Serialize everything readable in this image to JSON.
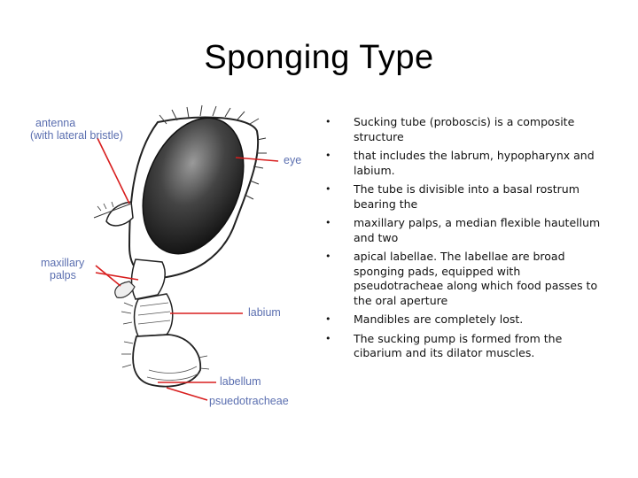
{
  "slide": {
    "title": "Sponging Type"
  },
  "figure": {
    "labels": {
      "antenna": "antenna",
      "antenna_sub": "(with lateral bristle)",
      "eye": "eye",
      "maxillary": "maxillary",
      "palps": "palps",
      "labium": "labium",
      "labellum": "labellum",
      "pseudotracheae": "psuedotracheae"
    },
    "label_color": "#5b6fb0",
    "pointer_color": "#d81e1e"
  },
  "bullets": [
    "Sucking tube (proboscis) is a composite structure",
    "that includes the labrum, hypopharynx and labium.",
    "The tube is divisible into a basal rostrum bearing the",
    "maxillary palps, a median flexible hautellum and two",
    "apical labellae. The labellae are broad sponging pads, equipped with pseudotracheae along which food passes to the oral aperture",
    " Mandibles are completely lost.",
    " The sucking pump is formed from the cibarium and its dilator muscles."
  ],
  "bullet_symbol": "•"
}
